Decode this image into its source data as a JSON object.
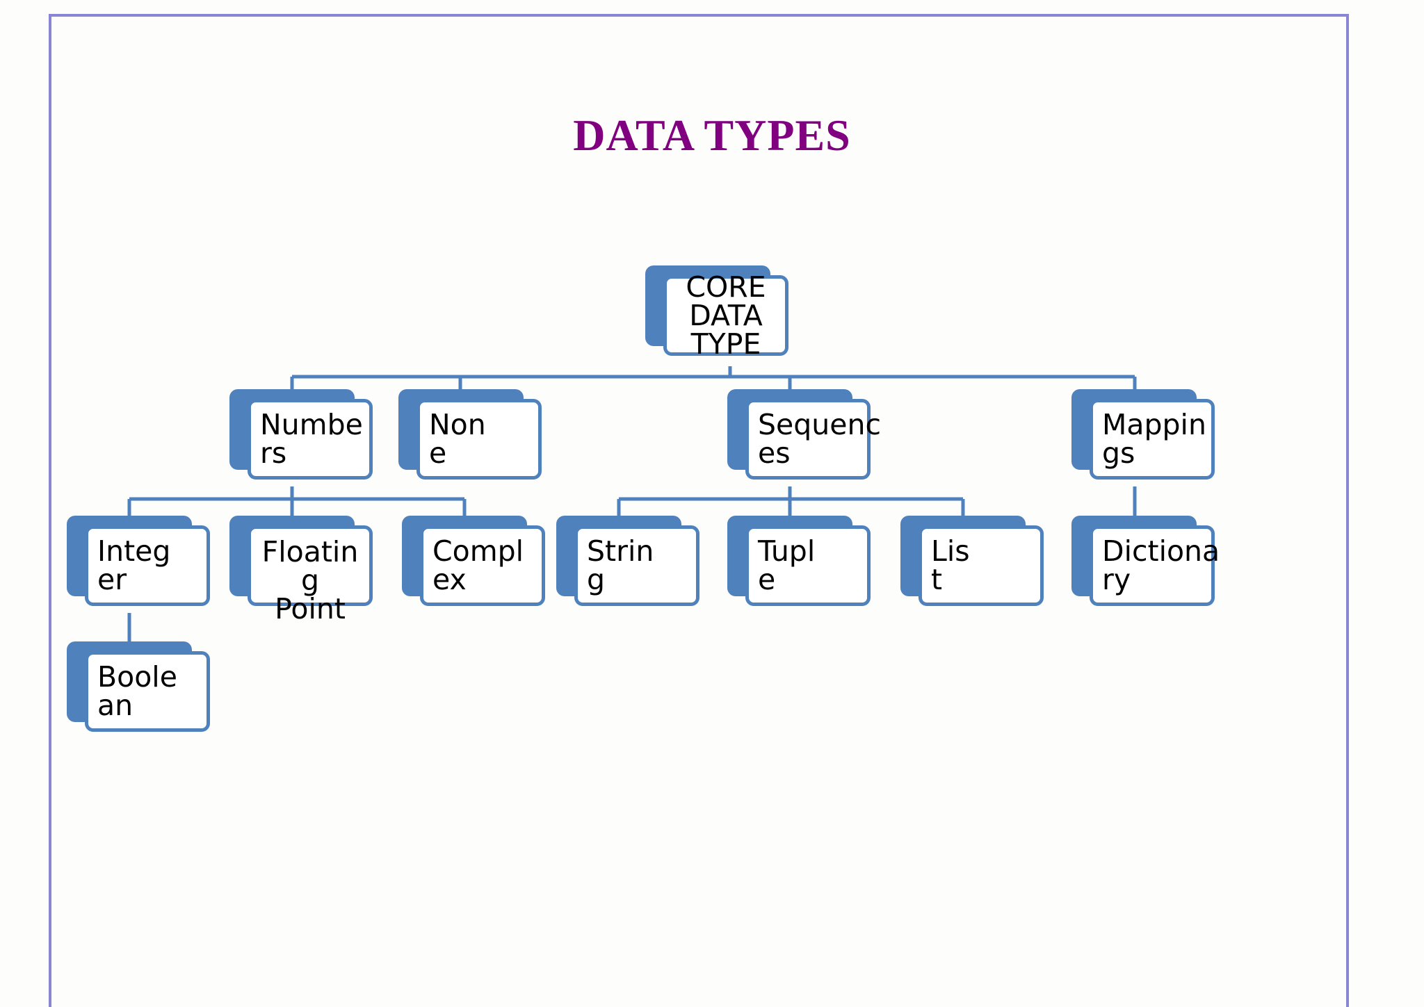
{
  "slide": {
    "title": "DATA TYPES",
    "title_color": "#800080",
    "background_color": "#FDFDFC",
    "frame_color": "#8B86D4"
  },
  "theme": {
    "node_fill": "#FFFFFF",
    "node_border": "#4F81BD",
    "node_shadow": "#4F81BD",
    "connector_color": "#4F81BD",
    "text_color": "#000000"
  },
  "chart_data": {
    "type": "diagram",
    "subtype": "org-chart-hierarchy",
    "title": "DATA TYPES",
    "root": "CORE DATA TYPE",
    "nodes": [
      {
        "id": "core",
        "label": "CORE DATA TYPE",
        "lines": [
          "CORE",
          "DATA",
          "TYPE"
        ],
        "level": 0,
        "parent": null
      },
      {
        "id": "numbers",
        "label": "Numbers",
        "lines": [
          "Numbe",
          "rs"
        ],
        "level": 1,
        "parent": "core"
      },
      {
        "id": "none",
        "label": "None",
        "lines": [
          "Non",
          "e"
        ],
        "level": 1,
        "parent": "core"
      },
      {
        "id": "sequences",
        "label": "Sequences",
        "lines": [
          "Sequenc",
          "es"
        ],
        "level": 1,
        "parent": "core"
      },
      {
        "id": "mappings",
        "label": "Mappings",
        "lines": [
          "Mappin",
          "gs"
        ],
        "level": 1,
        "parent": "core"
      },
      {
        "id": "integer",
        "label": "Integer",
        "lines": [
          "Integ",
          "er"
        ],
        "level": 2,
        "parent": "numbers"
      },
      {
        "id": "floating",
        "label": "Floating Point",
        "lines": [
          "Floatin",
          "g",
          "Point"
        ],
        "level": 2,
        "parent": "numbers"
      },
      {
        "id": "complex",
        "label": "Complex",
        "lines": [
          "Compl",
          "ex"
        ],
        "level": 2,
        "parent": "numbers"
      },
      {
        "id": "string",
        "label": "String",
        "lines": [
          "Strin",
          "g"
        ],
        "level": 2,
        "parent": "sequences"
      },
      {
        "id": "tuple",
        "label": "Tuple",
        "lines": [
          "Tupl",
          "e"
        ],
        "level": 2,
        "parent": "sequences"
      },
      {
        "id": "list",
        "label": "List",
        "lines": [
          "Lis",
          "t"
        ],
        "level": 2,
        "parent": "sequences"
      },
      {
        "id": "dictionary",
        "label": "Dictionary",
        "lines": [
          "Dictiona",
          "ry"
        ],
        "level": 2,
        "parent": "mappings"
      },
      {
        "id": "boolean",
        "label": "Boolean",
        "lines": [
          "Boole",
          "an"
        ],
        "level": 3,
        "parent": "integer"
      }
    ],
    "edges": [
      {
        "from": "core",
        "to": "numbers"
      },
      {
        "from": "core",
        "to": "none"
      },
      {
        "from": "core",
        "to": "sequences"
      },
      {
        "from": "core",
        "to": "mappings"
      },
      {
        "from": "numbers",
        "to": "integer"
      },
      {
        "from": "numbers",
        "to": "floating"
      },
      {
        "from": "numbers",
        "to": "complex"
      },
      {
        "from": "sequences",
        "to": "string"
      },
      {
        "from": "sequences",
        "to": "tuple"
      },
      {
        "from": "sequences",
        "to": "list"
      },
      {
        "from": "mappings",
        "to": "dictionary"
      },
      {
        "from": "integer",
        "to": "boolean"
      }
    ]
  },
  "nodes": {
    "core": {
      "lines": [
        "CORE",
        "DATA",
        "TYPE"
      ]
    },
    "numbers": {
      "lines": [
        "Numbe",
        "rs"
      ]
    },
    "none": {
      "lines": [
        "Non",
        "e"
      ]
    },
    "sequences": {
      "lines": [
        "Sequenc",
        "es"
      ]
    },
    "mappings": {
      "lines": [
        "Mappin",
        "gs"
      ]
    },
    "integer": {
      "lines": [
        "Integ",
        "er"
      ]
    },
    "floating": {
      "lines": [
        "Floatin",
        "g",
        "Point"
      ]
    },
    "complex": {
      "lines": [
        "Compl",
        "ex"
      ]
    },
    "string": {
      "lines": [
        "Strin",
        "g"
      ]
    },
    "tuple": {
      "lines": [
        "Tupl",
        "e"
      ]
    },
    "list": {
      "lines": [
        "Lis",
        "t"
      ]
    },
    "dictionary": {
      "lines": [
        "Dictiona",
        "ry"
      ]
    },
    "boolean": {
      "lines": [
        "Boole",
        "an"
      ]
    }
  }
}
